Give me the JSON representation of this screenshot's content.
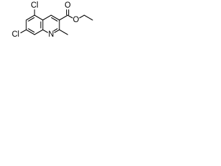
{
  "structure": {
    "atom_labels": {
      "chlorine_5": "Cl",
      "chlorine_7": "Cl",
      "ring_nitrogen": "N",
      "carbonyl_oxygen": "O",
      "ester_oxygen": "O"
    }
  }
}
